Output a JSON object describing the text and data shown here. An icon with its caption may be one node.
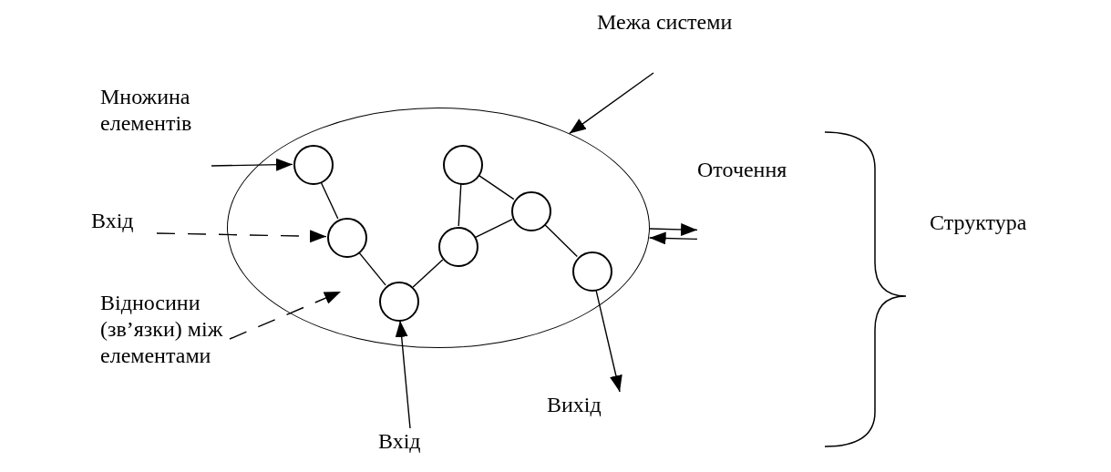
{
  "diagram": {
    "nodes": [
      {
        "text": [
          "Межа системи"
        ]
      },
      {
        "text": [
          "Множина елементів"
        ]
      },
      {
        "text": [],
        "shape": "ellipse"
      },
      {
        "text": [],
        "shape": "circle",
        "in": 2
      },
      {
        "text": [],
        "shape": "circle",
        "in": 2
      },
      {
        "text": [],
        "shape": "circle",
        "in": 2
      },
      {
        "text": [
          "Оточення"
        ]
      },
      {
        "text": [
          "Вхід"
        ]
      },
      {
        "text": [],
        "shape": "circle",
        "in": 2
      },
      {
        "text": [],
        "shape": "circle",
        "in": 2
      },
      {
        "text": [],
        "shape": "circle",
        "in": 2
      },
      {
        "text": [
          "Відносини (зв’язки) між елементами"
        ]
      },
      {
        "text": [],
        "shape": "circle",
        "in": 2
      },
      {
        "text": [
          "Вихід"
        ]
      },
      {
        "text": [
          "Вхід"
        ]
      }
    ],
    "edges": [
      {
        "from": 0,
        "to": 2,
        "arrow": "to"
      },
      {
        "from": 1,
        "to": 3,
        "arrow": "to"
      },
      {
        "from": 7,
        "to": 8,
        "arrow": "to",
        "style": "dashed"
      },
      {
        "from": 2,
        "to": 6,
        "arrow": "to"
      },
      {
        "from": 6,
        "to": 2,
        "arrow": "to"
      },
      {
        "from": 11,
        "to": null,
        "arrow": "to",
        "style": "dashed"
      },
      {
        "from": 3,
        "to": 8,
        "arrow": "none"
      },
      {
        "from": 8,
        "to": 12,
        "arrow": "none"
      },
      {
        "from": 12,
        "to": 9,
        "arrow": "none"
      },
      {
        "from": 9,
        "to": 4,
        "arrow": "none"
      },
      {
        "from": 4,
        "to": 5,
        "arrow": "none"
      },
      {
        "from": 9,
        "to": 5,
        "arrow": "none"
      },
      {
        "from": 5,
        "to": 10,
        "arrow": "none"
      },
      {
        "from": 10,
        "to": 13,
        "arrow": "to"
      },
      {
        "from": 14,
        "to": 12,
        "arrow": "to"
      }
    ],
    "labels": [
      "Структура"
    ]
  }
}
